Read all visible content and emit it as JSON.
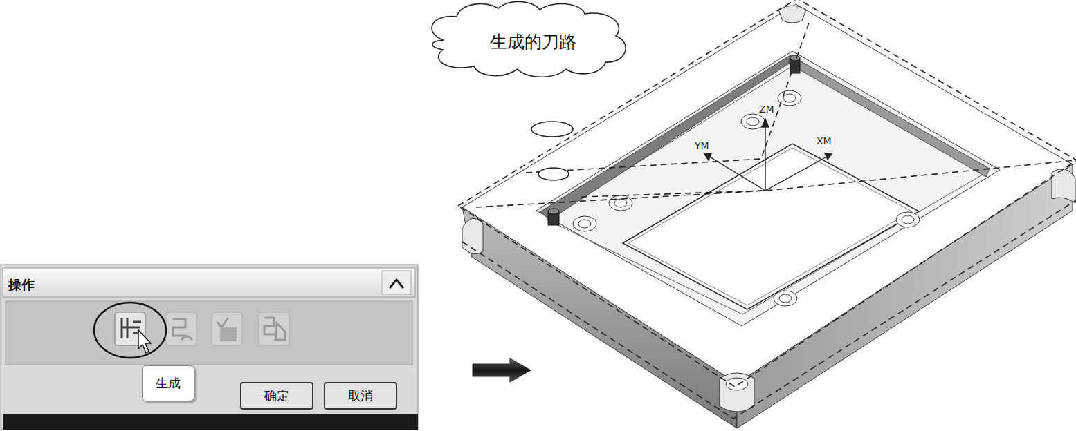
{
  "diagram": {
    "nodes": [
      {
        "text": [
          "操作"
        ]
      },
      {
        "text": [
          "生成"
        ],
        "in": 0
      },
      {
        "text": [
          "确定"
        ],
        "in": 0
      },
      {
        "text": [
          "取消"
        ],
        "in": 0
      },
      {
        "text": [
          "生成的刀路"
        ]
      }
    ],
    "labels": [
      "ZM",
      "YM",
      "XM"
    ]
  }
}
